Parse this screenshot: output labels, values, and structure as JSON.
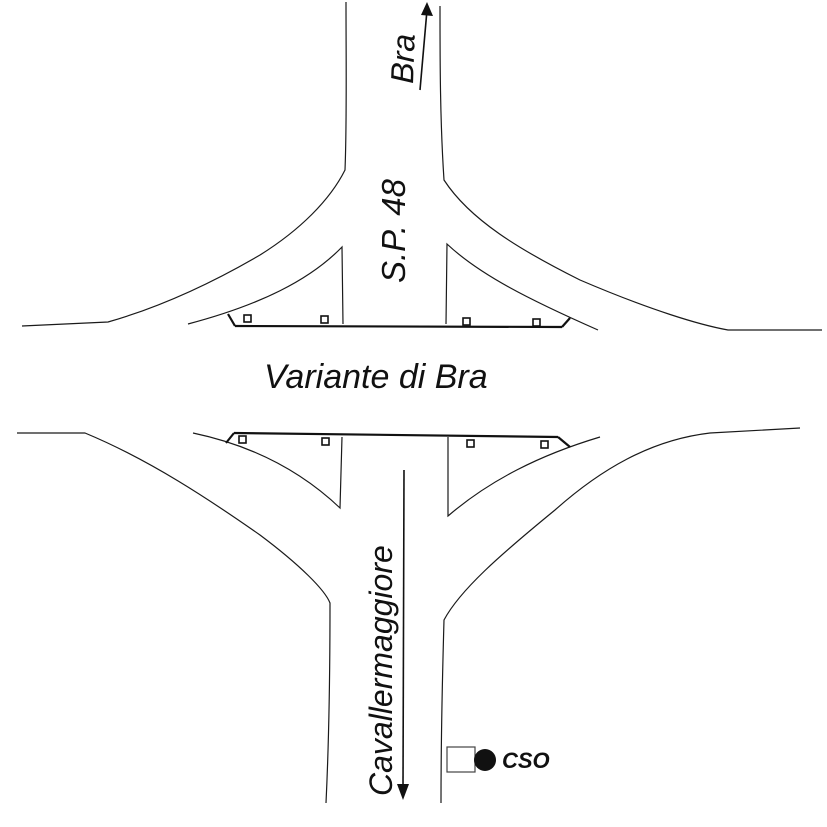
{
  "map": {
    "main_road_label": "Variante di Bra",
    "north_road_label": "S.P. 48",
    "north_destination_label": "Bra",
    "south_destination_label": "Cavallermaggiore",
    "station_label": "CSO"
  }
}
